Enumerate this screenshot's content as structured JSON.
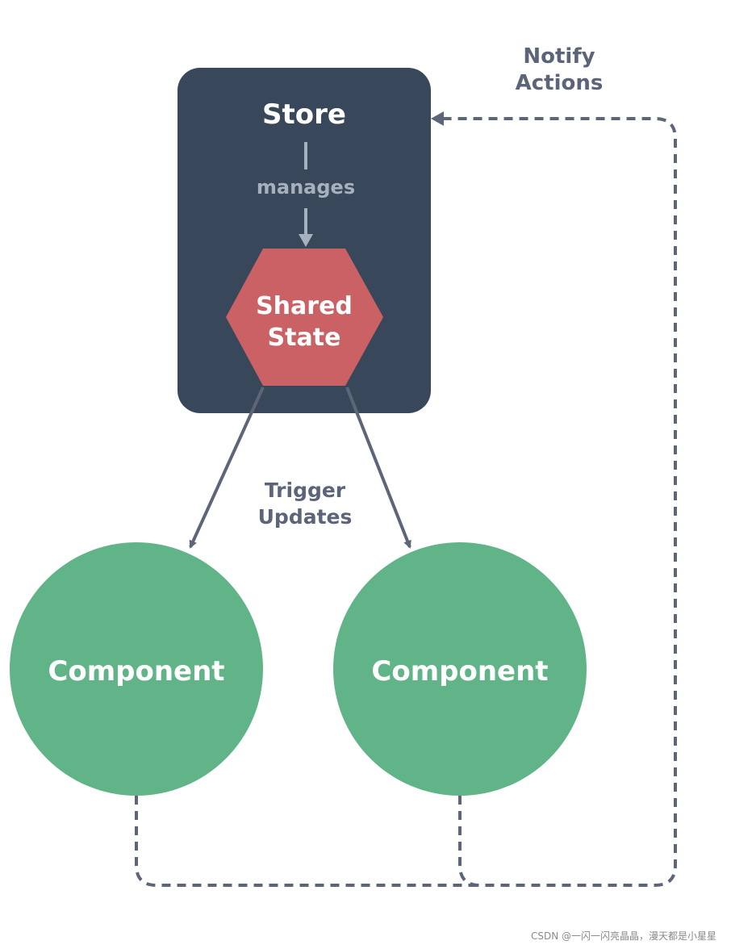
{
  "colors": {
    "store_bg": "#38475a",
    "shared_state": "#c96165",
    "component": "#61b487",
    "arrow": "#5d6579",
    "manages": "#a7b0bd"
  },
  "store": {
    "title": "Store",
    "manages_label": "manages",
    "shared_state_line1": "Shared",
    "shared_state_line2": "State"
  },
  "trigger": {
    "line1": "Trigger",
    "line2": "Updates"
  },
  "notify": {
    "line1": "Notify",
    "line2": "Actions"
  },
  "components": [
    {
      "label": "Component"
    },
    {
      "label": "Component"
    }
  ],
  "watermark": "CSDN @一闪一闪亮晶晶，漫天都是小星星"
}
